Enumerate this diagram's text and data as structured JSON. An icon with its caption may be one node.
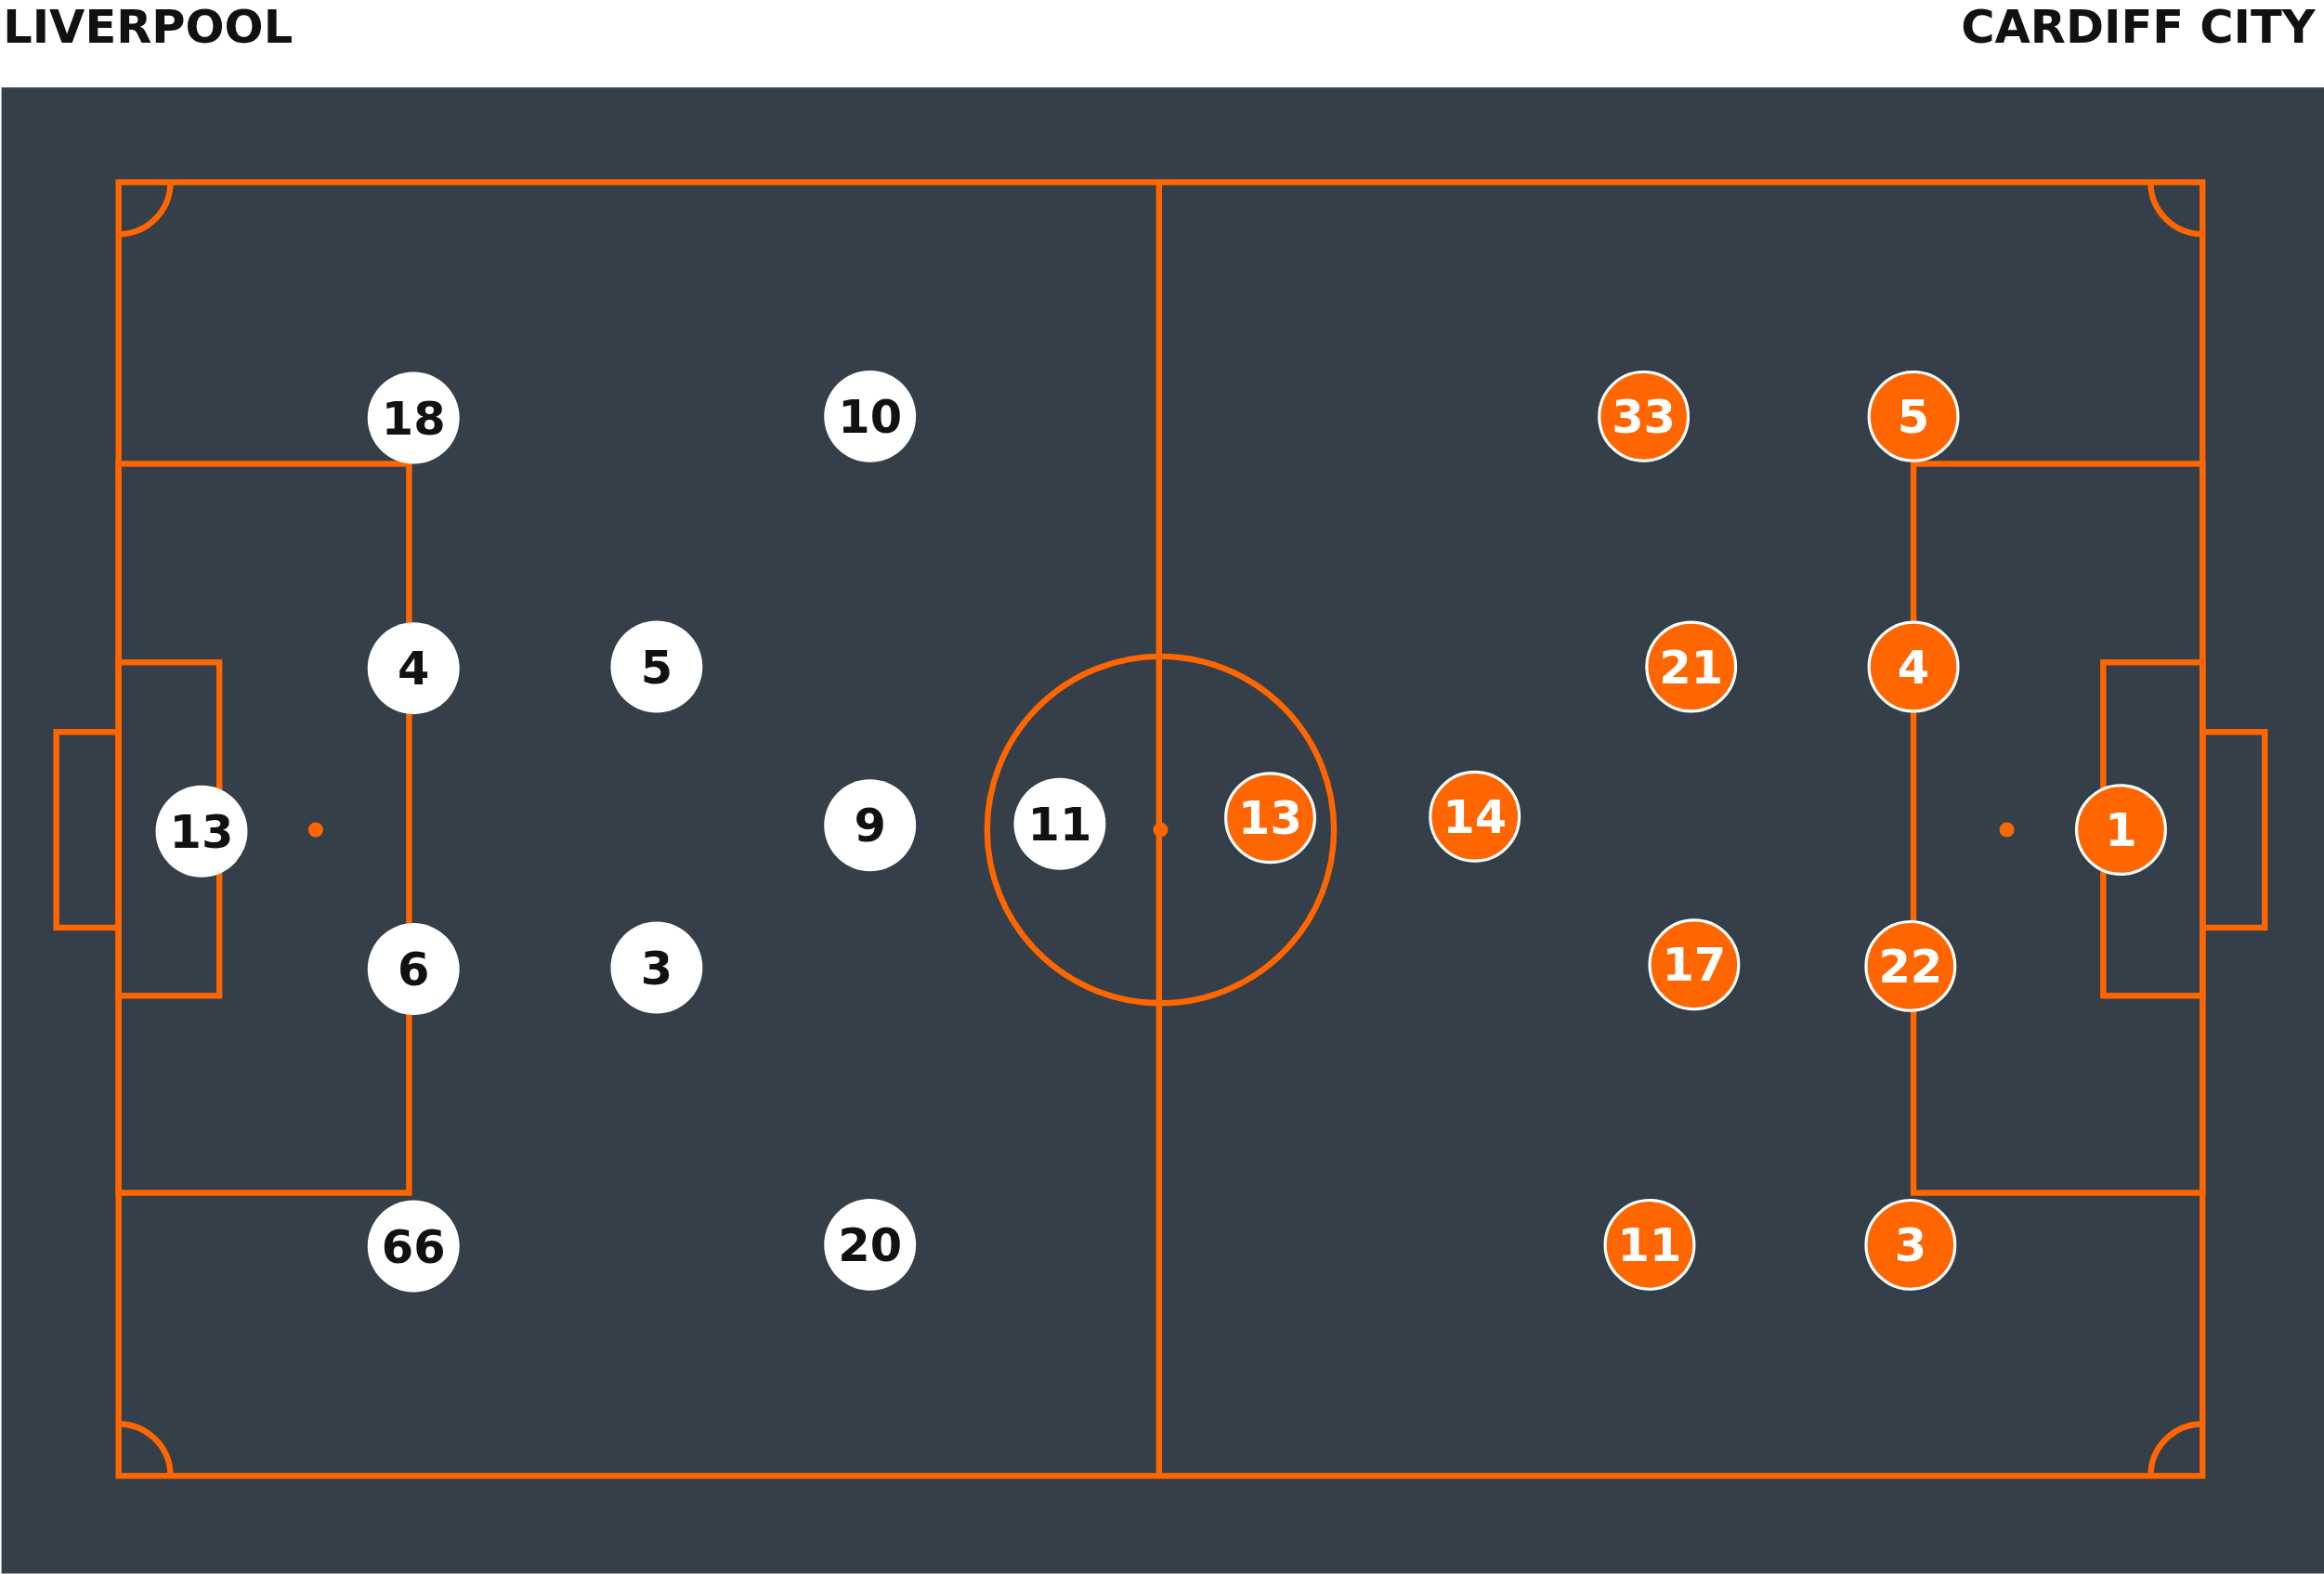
{
  "diagram": {
    "nodes": [
      {
        "text": [
          "18"
        ]
      },
      {
        "text": [
          "10"
        ]
      },
      {
        "text": [
          "33"
        ]
      },
      {
        "text": [
          "5"
        ]
      },
      {
        "text": [
          "4"
        ]
      },
      {
        "text": [
          "5"
        ]
      },
      {
        "text": [
          "21"
        ]
      },
      {
        "text": [
          "4"
        ]
      },
      {
        "text": [
          "13"
        ]
      },
      {
        "text": [
          "9"
        ]
      },
      {
        "text": [
          "11"
        ]
      },
      {
        "text": [
          "13"
        ]
      },
      {
        "text": [
          "14"
        ]
      },
      {
        "text": [
          "1"
        ]
      },
      {
        "text": [
          "6"
        ]
      },
      {
        "text": [
          "3"
        ]
      },
      {
        "text": [
          "17"
        ]
      },
      {
        "text": [
          "22"
        ]
      },
      {
        "text": [
          "66"
        ]
      },
      {
        "text": [
          "20"
        ]
      },
      {
        "text": [
          "11"
        ]
      },
      {
        "text": [
          "3"
        ]
      }
    ],
    "labels": [
      "LIVERPOOL",
      "CARDIFF CITY"
    ]
  }
}
